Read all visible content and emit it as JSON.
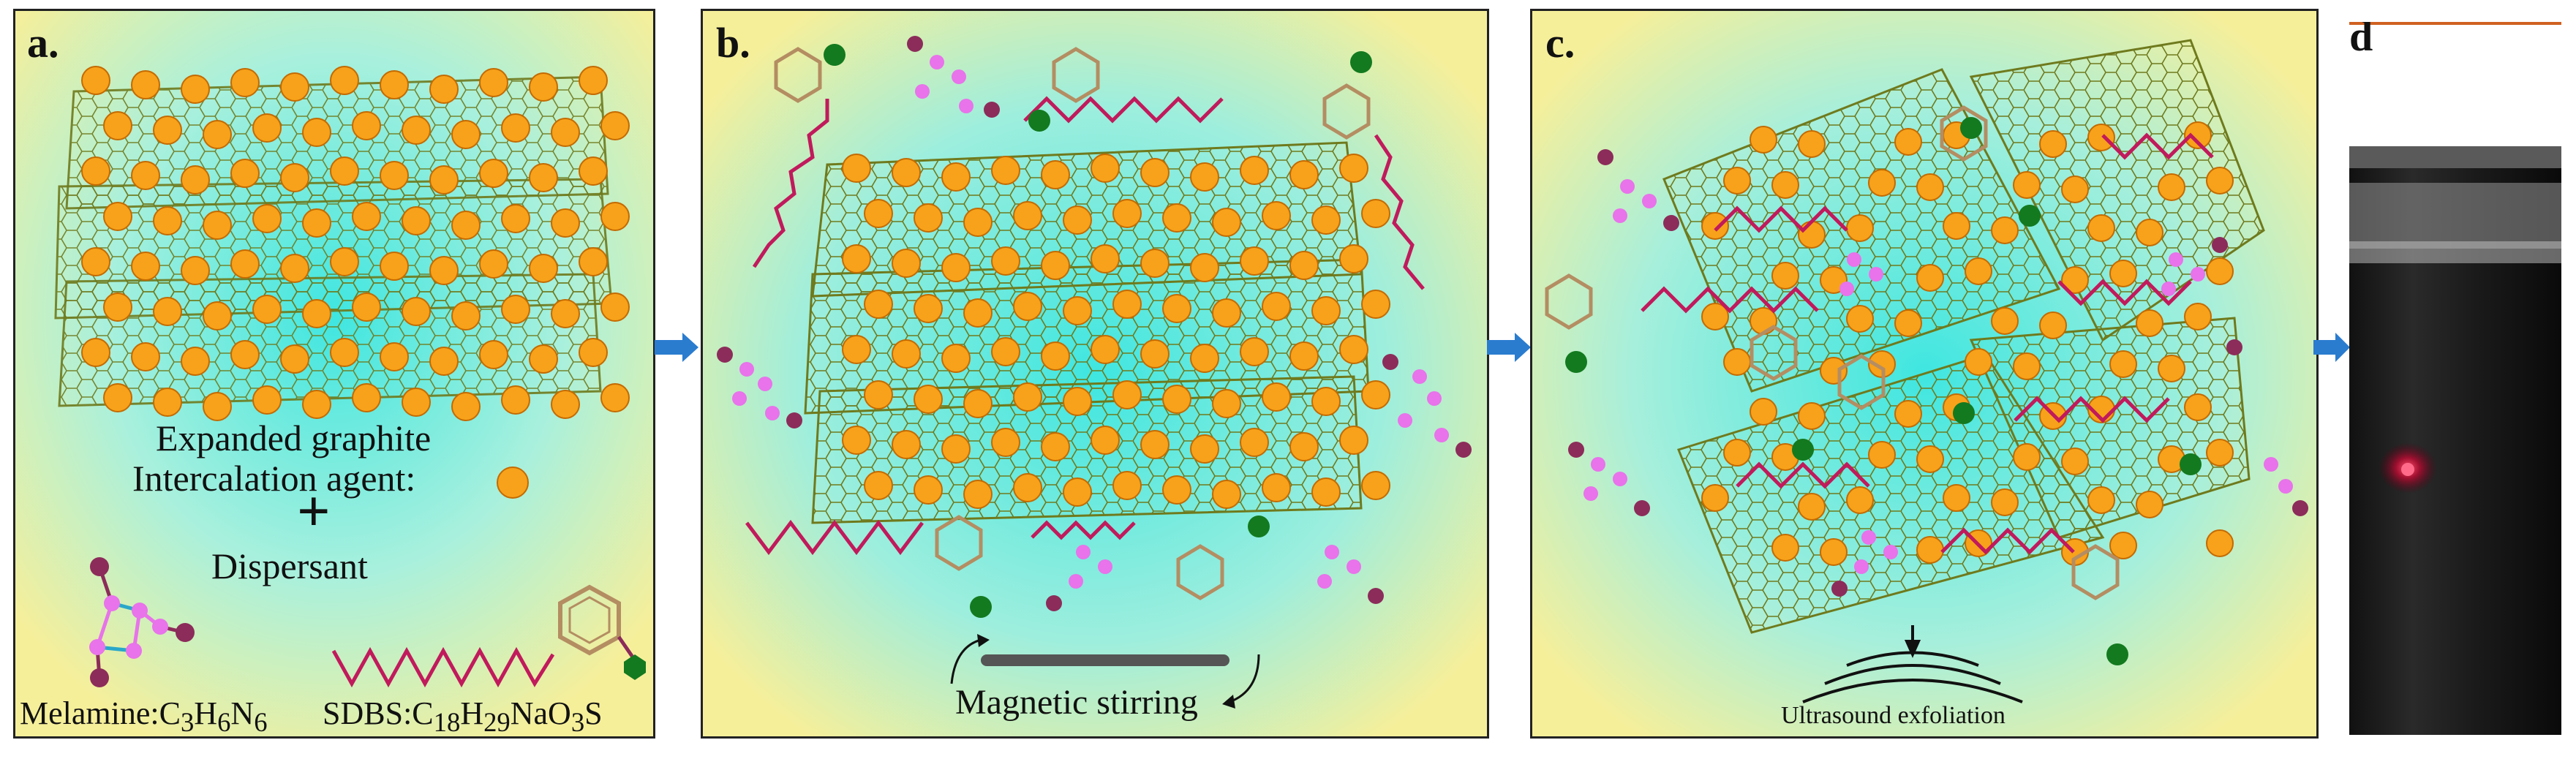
{
  "panels": {
    "a": {
      "label": "a.",
      "expanded": "Expanded graphite",
      "intercalation": "Intercalation agent:",
      "plus": "+",
      "dispersant": "Dispersant",
      "melamine_prefix": "Melamine:",
      "sdbs_prefix": "SDBS:"
    },
    "b": {
      "label": "b.",
      "caption": "Magnetic stirring"
    },
    "c": {
      "label": "c.",
      "caption": "Ultrasound exfoliation"
    },
    "d": {
      "label": "d"
    }
  },
  "colors": {
    "bg_yellow": "#f6ef9a",
    "cyan": "#3fe6e0",
    "sheet_line": "#6f7a1d",
    "orange_dot": "#f7a21a",
    "chain": "#c11a5c",
    "benzene": "#b48d62",
    "sulfonate": "#137a1f",
    "melamine_node": "#e873ea",
    "melamine_end": "#8c2c5a",
    "melamine_bond": "#2aa7c9",
    "arrow": "#2a7ccf"
  },
  "icons": [
    "orange-dot-icon",
    "melamine-icon",
    "sdbs-icon",
    "right-arrow-icon",
    "sound-wave-icon",
    "stir-bar-icon"
  ]
}
